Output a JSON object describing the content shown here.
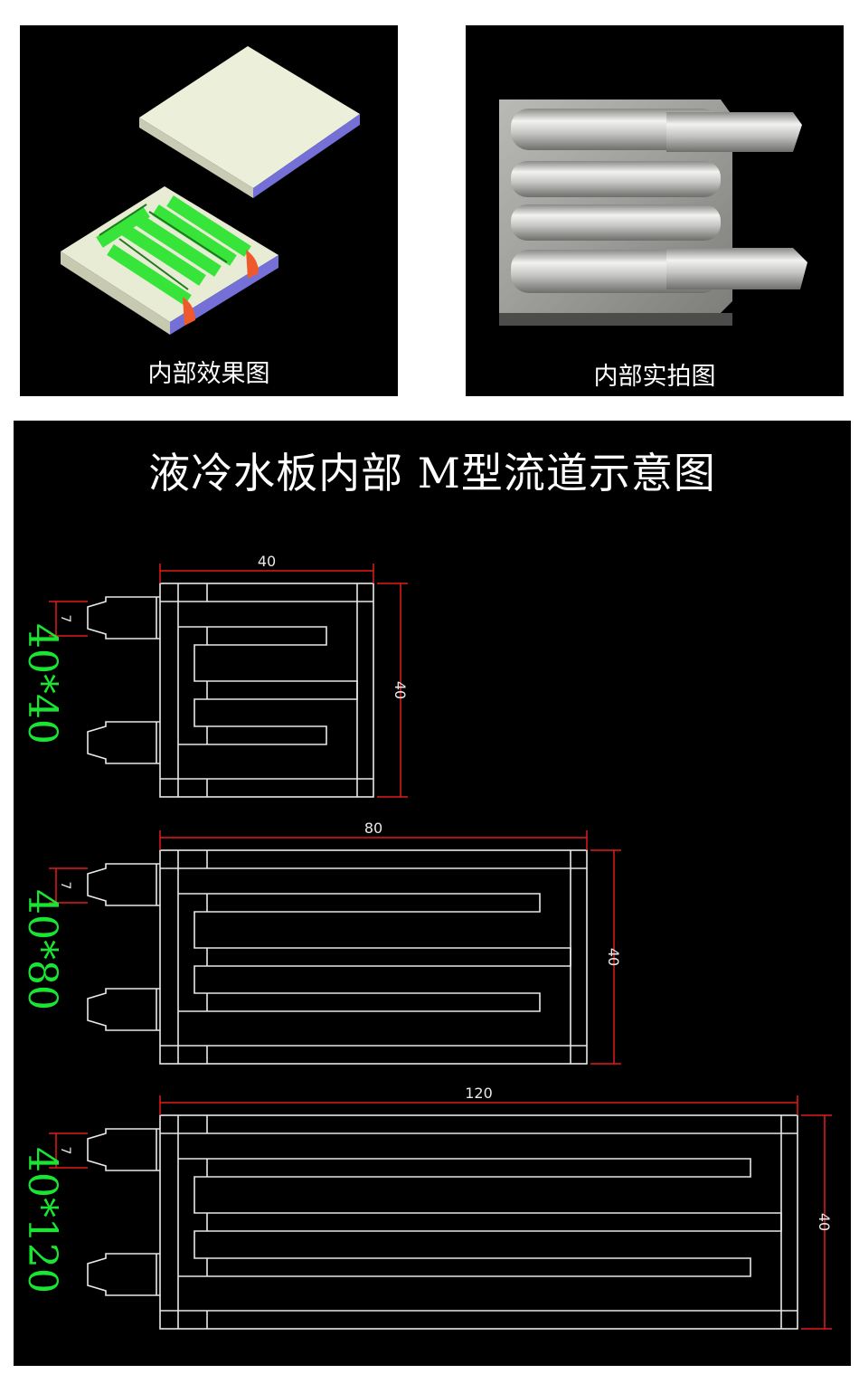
{
  "panel_top_left": {
    "caption": "内部效果图"
  },
  "panel_top_right": {
    "caption": "内部实拍图"
  },
  "diagram": {
    "title": "液冷水板内部 M型流道示意图",
    "plates": [
      {
        "label": "40*40",
        "width_dim": "40",
        "height_dim": "40",
        "pitch_dim": "7"
      },
      {
        "label": "40*80",
        "width_dim": "80",
        "height_dim": "40",
        "pitch_dim": "7"
      },
      {
        "label": "40*120",
        "width_dim": "120",
        "height_dim": "40",
        "pitch_dim": "7"
      }
    ]
  },
  "colors": {
    "label_green": "#19e633",
    "dim_red": "#e31b1b",
    "drawing_line": "#e8e8e8"
  }
}
